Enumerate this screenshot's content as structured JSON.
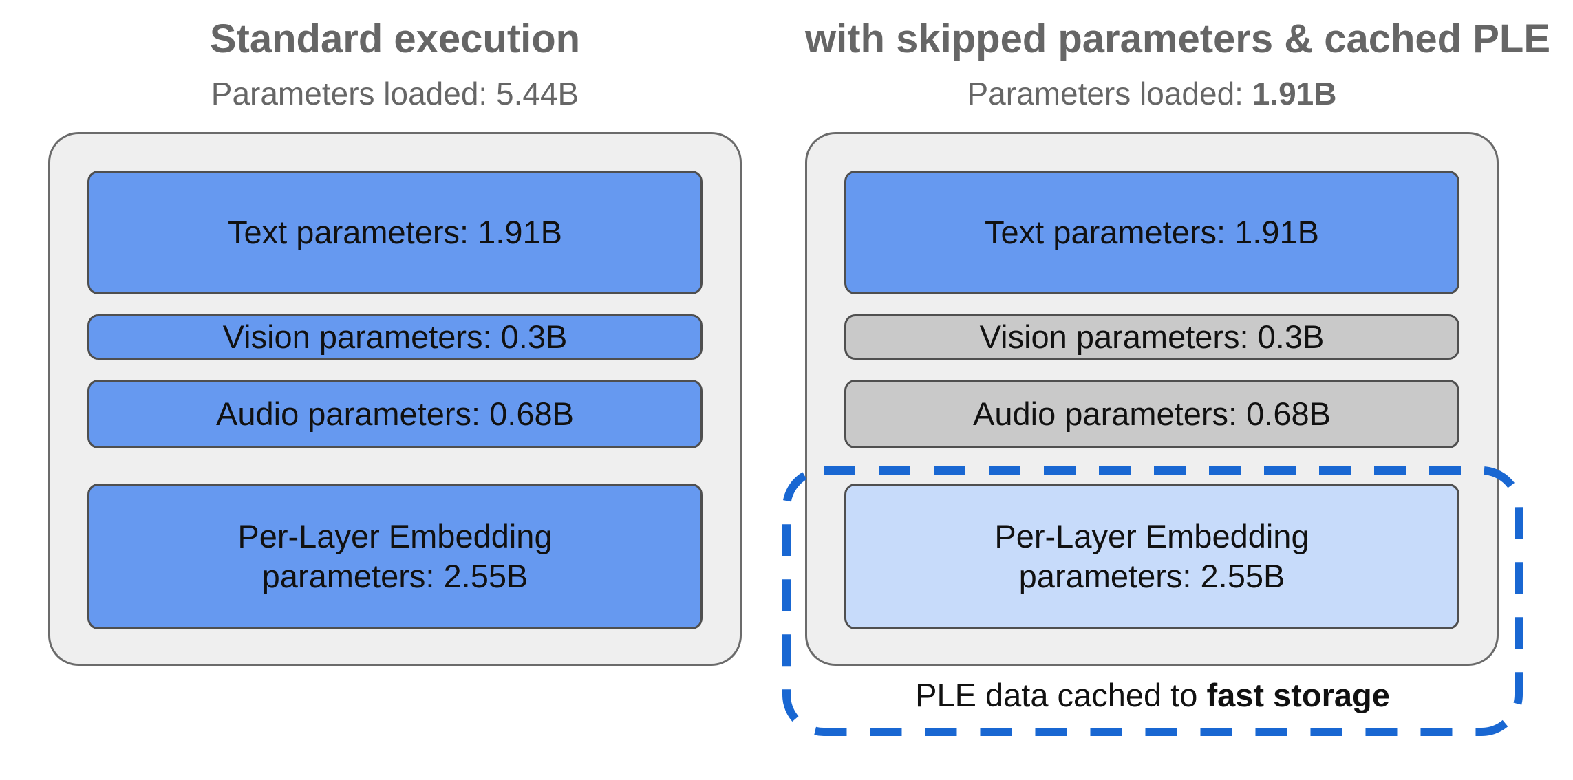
{
  "colors": {
    "heading_text": "#666666",
    "container_fill": "#efefef",
    "container_border": "#6b6b6b",
    "box_border": "#4f4f4f",
    "box_text": "#111111",
    "blue_fill": "#6699f0",
    "gray_fill": "#c9c9c9",
    "lightblue_fill": "#c7dbfa",
    "dashed_accent": "#1967d2",
    "page_bg": "#ffffff"
  },
  "left_panel": {
    "title": "Standard execution",
    "subtitle_prefix": "Parameters loaded: ",
    "subtitle_value": "5.44B",
    "boxes": [
      {
        "label": "Text parameters: 1.91B",
        "style": "blue"
      },
      {
        "label": "Vision parameters: 0.3B",
        "style": "blue"
      },
      {
        "label": "Audio parameters: 0.68B",
        "style": "blue"
      },
      {
        "line1": "Per-Layer Embedding",
        "line2": "parameters: 2.55B",
        "style": "blue"
      }
    ]
  },
  "right_panel": {
    "title": "with skipped parameters & cached PLE",
    "subtitle_prefix": "Parameters loaded: ",
    "subtitle_value": "1.91B",
    "boxes": [
      {
        "label": "Text parameters: 1.91B",
        "style": "blue"
      },
      {
        "label": "Vision parameters: 0.3B",
        "style": "gray"
      },
      {
        "label": "Audio parameters: 0.68B",
        "style": "gray"
      },
      {
        "line1": "Per-Layer Embedding",
        "line2": "parameters: 2.55B",
        "style": "lightblue"
      }
    ],
    "cache_note_prefix": "PLE data cached to ",
    "cache_note_bold": "fast storage"
  }
}
